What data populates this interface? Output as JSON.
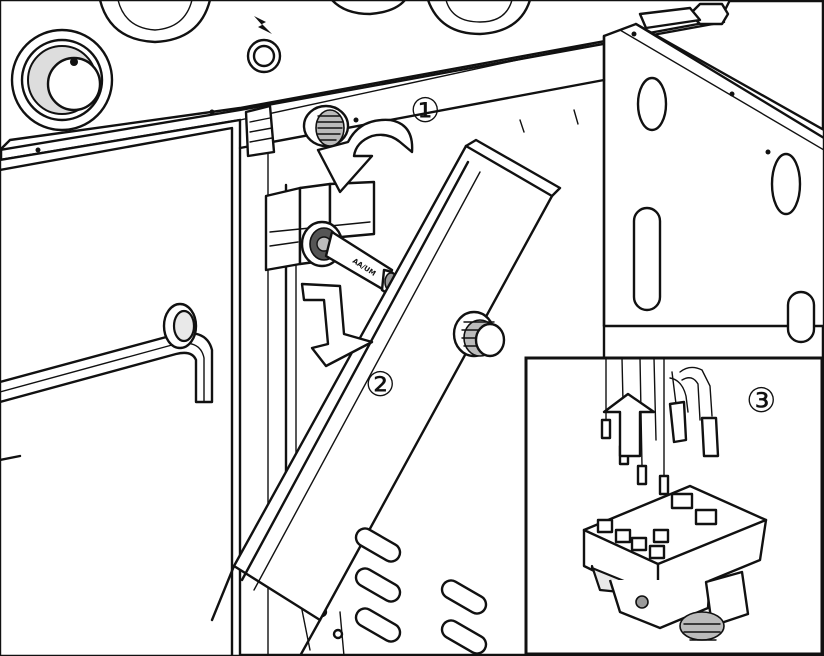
{
  "steps": [
    "①",
    "②",
    "③"
  ],
  "component_label": "AA/UM"
}
